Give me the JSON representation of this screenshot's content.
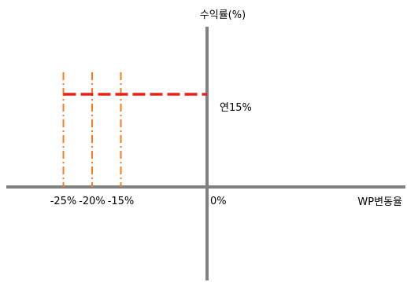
{
  "chart_data": {
    "type": "line",
    "title": "",
    "ylabel": "수익률(%)",
    "xlabel": "WP변동율",
    "origin_label": "0%",
    "x_ticks": [
      "-25%",
      "-20%",
      "-15%"
    ],
    "x_tick_values": [
      -25,
      -20,
      -15
    ],
    "xlim": [
      -35,
      35
    ],
    "series": [
      {
        "label": "연15%",
        "y": 15,
        "x_start": -25,
        "x_end": 0,
        "style": "dashed",
        "color": "#e8201a"
      }
    ],
    "vertical_markers": [
      {
        "x": -25,
        "style": "dashdot",
        "color": "#ff7a1a"
      },
      {
        "x": -20,
        "style": "dashdot",
        "color": "#ff7a1a"
      },
      {
        "x": -15,
        "style": "dashdot",
        "color": "#ff7a1a"
      }
    ],
    "axis_color": "#808080",
    "grid": false
  }
}
